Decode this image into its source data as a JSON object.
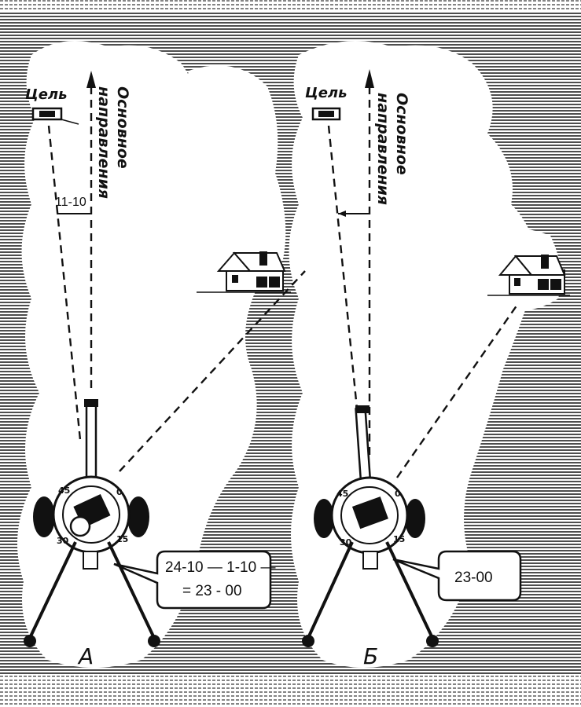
{
  "panels": [
    {
      "letter": "А",
      "target_label": "Цель",
      "direction_label_1": "Основное",
      "direction_label_2": "направления",
      "angle_label": "11-10",
      "dial_labels": [
        "0",
        "15",
        "30",
        "45"
      ],
      "callout_line1": "24-10 — 1-10 —",
      "callout_line2": "= 23 - 00"
    },
    {
      "letter": "Б",
      "target_label": "Цель",
      "direction_label_1": "Основное",
      "direction_label_2": "направления",
      "angle_label": "",
      "dial_labels": [
        "0",
        "15",
        "30",
        "45"
      ],
      "callout_line1": "23-00",
      "callout_line2": ""
    }
  ],
  "colors": {
    "ink": "#111111",
    "paper": "#ffffff"
  }
}
